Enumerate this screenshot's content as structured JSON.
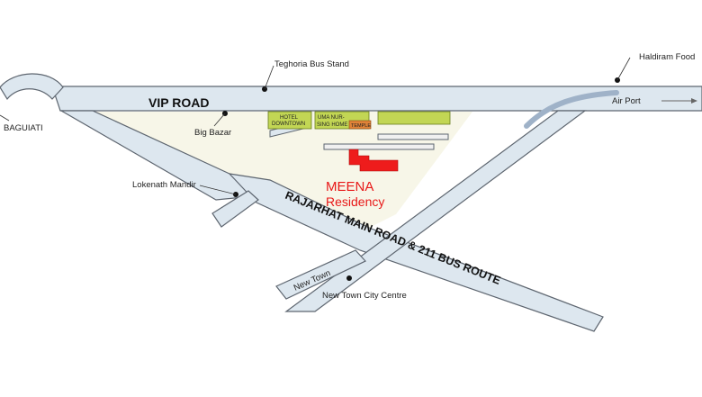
{
  "colors": {
    "road_fill": "#dde7ef",
    "road_edge": "#5e6670",
    "block_fill": "#f7f6e8",
    "green_building": "#c2d654",
    "temple": "#e08338",
    "residency": "#ee1c1c",
    "residency_text": "#e81818",
    "dot": "#111111",
    "airport_ramp": "#9fb2c8"
  },
  "roads": {
    "vip": "VIP ROAD",
    "rajarhat": "RAJARHAT MAIN ROAD & 211 BUS ROUTE"
  },
  "places": {
    "teghoria": "Teghoria Bus Stand",
    "haldiram": "Haldiram Food",
    "airport": "Air Port",
    "baguiati": "BAGUIATI",
    "big_bazar": "Big Bazar",
    "lokenath": "Lokenath Mandir",
    "new_town": "New Town",
    "new_town_cc": "New Town City Centre"
  },
  "buildings": {
    "hotel_line1": "HOTEL",
    "hotel_line2": "DOWNTOWN",
    "uma_line1": "UMA NUR-",
    "uma_line2": "SING HOME",
    "temple": "TEMPLE"
  },
  "residency": {
    "line1": "MEENA",
    "line2": "Residency"
  },
  "icons": [
    "location-dot-icon",
    "arrow-right-icon"
  ]
}
